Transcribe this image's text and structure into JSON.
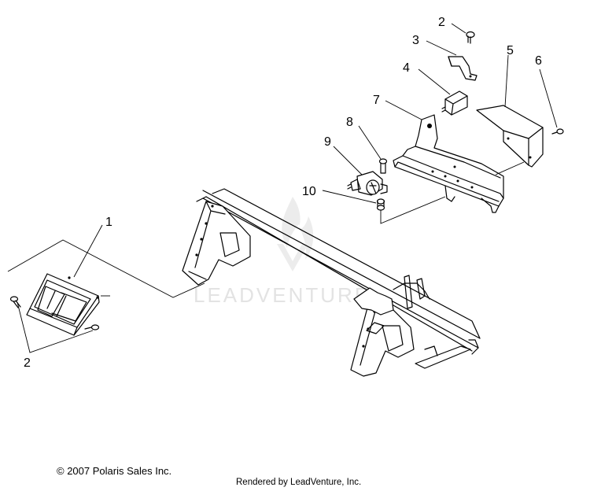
{
  "watermark": {
    "text": "LEADVENTURE",
    "color": "#e3e3e3"
  },
  "callouts": [
    {
      "id": "c1",
      "label": "1"
    },
    {
      "id": "c2a",
      "label": "2"
    },
    {
      "id": "c2b",
      "label": "2"
    },
    {
      "id": "c3",
      "label": "3"
    },
    {
      "id": "c4",
      "label": "4"
    },
    {
      "id": "c5",
      "label": "5"
    },
    {
      "id": "c6",
      "label": "6"
    },
    {
      "id": "c7",
      "label": "7"
    },
    {
      "id": "c8",
      "label": "8"
    },
    {
      "id": "c9",
      "label": "9"
    },
    {
      "id": "c10",
      "label": "10"
    }
  ],
  "footer": {
    "copyright": "© 2007 Polaris Sales Inc.",
    "rendered_by": "Rendered by LeadVenture, Inc."
  },
  "colors": {
    "line": "#000000",
    "background": "#ffffff"
  }
}
